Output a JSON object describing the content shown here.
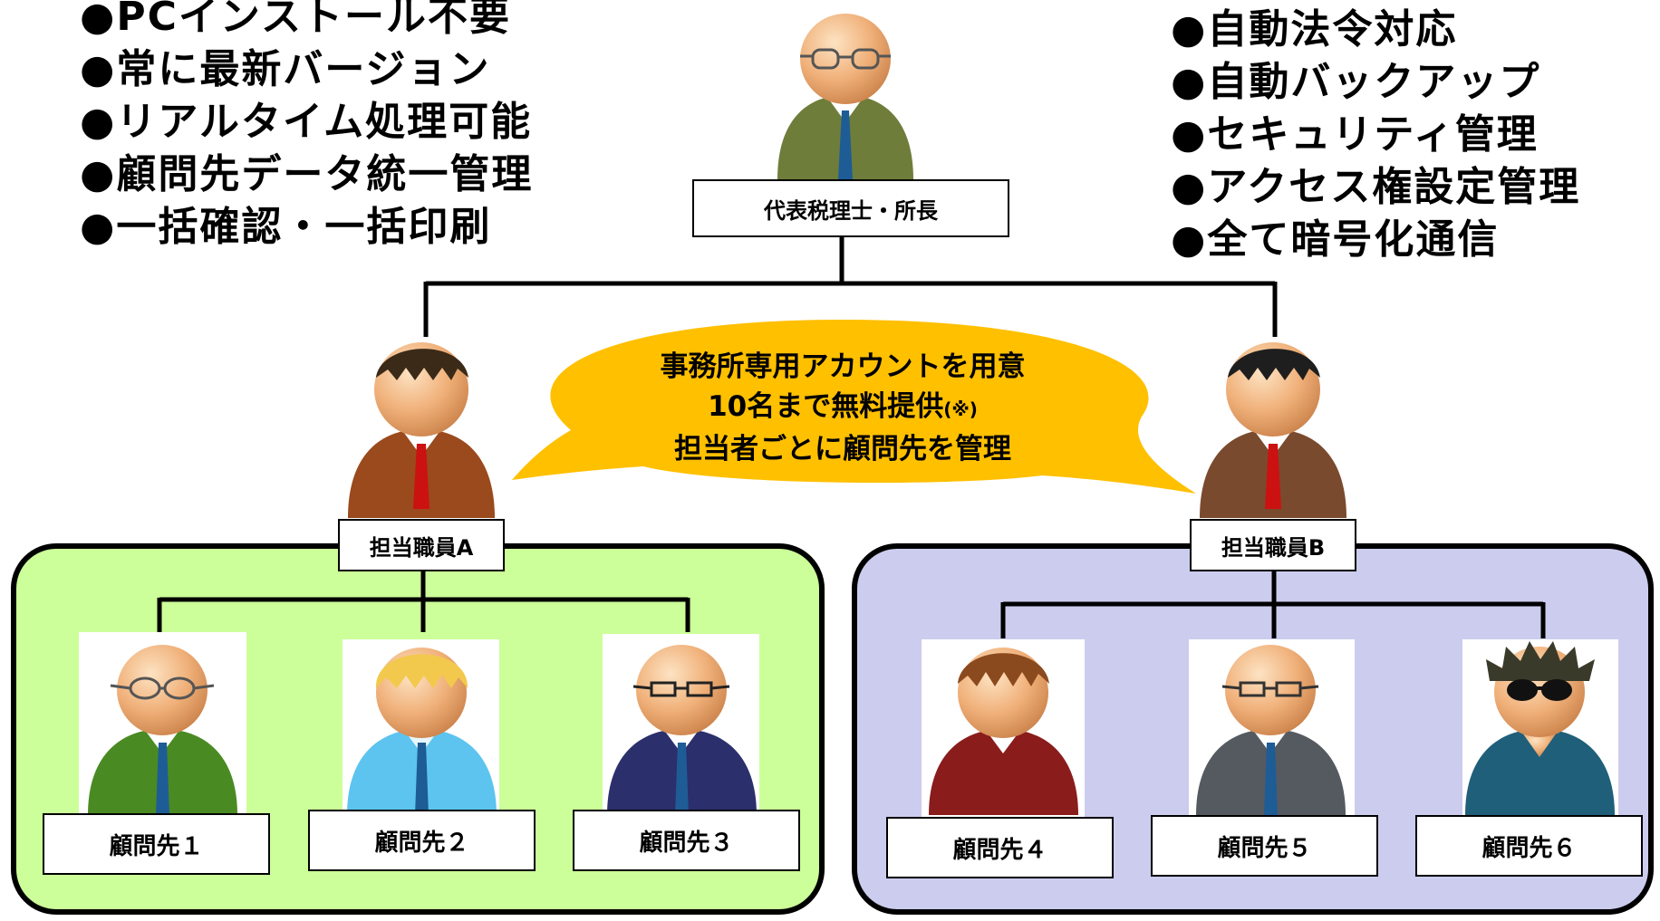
{
  "features_left": [
    "●PCインストール不要",
    "●常に最新バージョン",
    "●リアルタイム処理可能",
    "●顧問先データ統一管理",
    "●一括確認・一括印刷"
  ],
  "features_right": [
    "●自動法令対応",
    "●自動バックアップ",
    "●セキュリティ管理",
    "●アクセス権設定管理",
    "●全て暗号化通信"
  ],
  "head": {
    "label": "代表税理士・所長"
  },
  "bubble": {
    "line1": "事務所専用アカウントを用意",
    "line2_main": "10名まで無料提供",
    "line2_note": "(※)",
    "line3": "担当者ごとに顧問先を管理"
  },
  "staff_a": {
    "label": "担当職員A"
  },
  "staff_b": {
    "label": "担当職員B"
  },
  "clients": [
    "顧問先１",
    "顧問先２",
    "顧問先３",
    "顧問先４",
    "顧問先５",
    "顧問先６"
  ],
  "colors": {
    "group_a_fill": "#ccff99",
    "group_b_fill": "#ccccee",
    "bubble_fill": "#ffc000",
    "skin": "#f5b57a",
    "head_suit": "#6e7d3a",
    "staff_suit": "#9a4a1c",
    "tie_red": "#cc1111",
    "tie_blue": "#1e5c96"
  }
}
